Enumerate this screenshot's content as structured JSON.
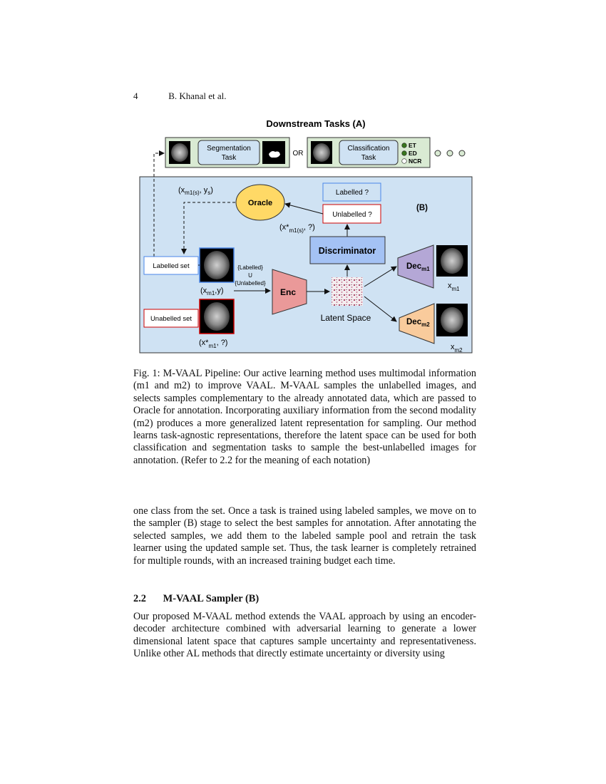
{
  "header": {
    "page_number": "4",
    "authors": "B. Khanal et al."
  },
  "figure": {
    "title": "Downstream Tasks (A)",
    "segmentation_task": [
      "Segmentation",
      "Task"
    ],
    "or_label": "OR",
    "classification_task": [
      "Classification",
      "Task"
    ],
    "class_labels": [
      "ET",
      "ED",
      "NCR"
    ],
    "sampler_label": "(B)",
    "oracle": "Oracle",
    "oracle_input": {
      "x": "(x",
      "sub": "m1(s)",
      "sep": ", y",
      "ysub": "s",
      "close": ")"
    },
    "oracle_output": {
      "x": "(x*",
      "sub": "m1(s)",
      "rest": ", ?)"
    },
    "labelled_q": "Labelled ?",
    "unlabelled_q": "Unlabelled ?",
    "discriminator": "Discriminator",
    "labelled_set": "Labelled set",
    "unlabelled_set": "Unabelled set",
    "union_label": [
      "{Labelled}",
      "U",
      "{Unlabelled}"
    ],
    "labelled_pair": {
      "x": "(x",
      "sub": "m1",
      "rest": ",y)"
    },
    "unlabelled_pair": {
      "x": "(x*",
      "sub": "m1",
      "rest": ", ?)"
    },
    "encoder": "Enc",
    "latent_space": "Latent Space",
    "decoder1": {
      "main": "Dec",
      "sub": "m1"
    },
    "decoder2": {
      "main": "Dec",
      "sub": "m2"
    },
    "recon1": {
      "main": "x",
      "sub": "m1"
    },
    "recon2": {
      "main": "x",
      "sub": "m2"
    },
    "colors": {
      "sampler_bg": "#cfe2f3",
      "task_bg": "#d9ead3",
      "oracle": "#ffd966",
      "discriminator": "#a4c2f4",
      "encoder": "#ea9999",
      "decoder1": "#b4a7d6",
      "decoder2": "#f9cb9c"
    }
  },
  "caption": "Fig. 1: M-VAAL Pipeline: Our active learning method uses multimodal information (m1 and m2) to improve VAAL. M-VAAL samples the unlabelled images, and selects samples complementary to the already annotated data, which are passed to Oracle for annotation. Incorporating auxiliary information from the second modality (m2) produces a more generalized latent representation for sampling. Our method learns task-agnostic representations, therefore the latent space can be used for both classification and segmentation tasks to sample the best-unlabelled images for annotation. (Refer to 2.2 for the meaning of each notation)",
  "paragraph1": "one class from the set. Once a task is trained using labeled samples, we move on to the sampler (B) stage to select the best samples for annotation. After annotating the selected samples, we add them to the labeled sample pool and retrain the task learner using the updated sample set. Thus, the task learner is completely retrained for multiple rounds, with an increased training budget each time.",
  "section": {
    "number": "2.2",
    "title": "M-VAAL Sampler (B)"
  },
  "paragraph2": "Our proposed M-VAAL method extends the VAAL approach by using an encoder-decoder architecture combined with adversarial learning to generate a lower dimensional latent space that captures sample uncertainty and representativeness. Unlike other AL methods that directly estimate uncertainty or diversity using"
}
